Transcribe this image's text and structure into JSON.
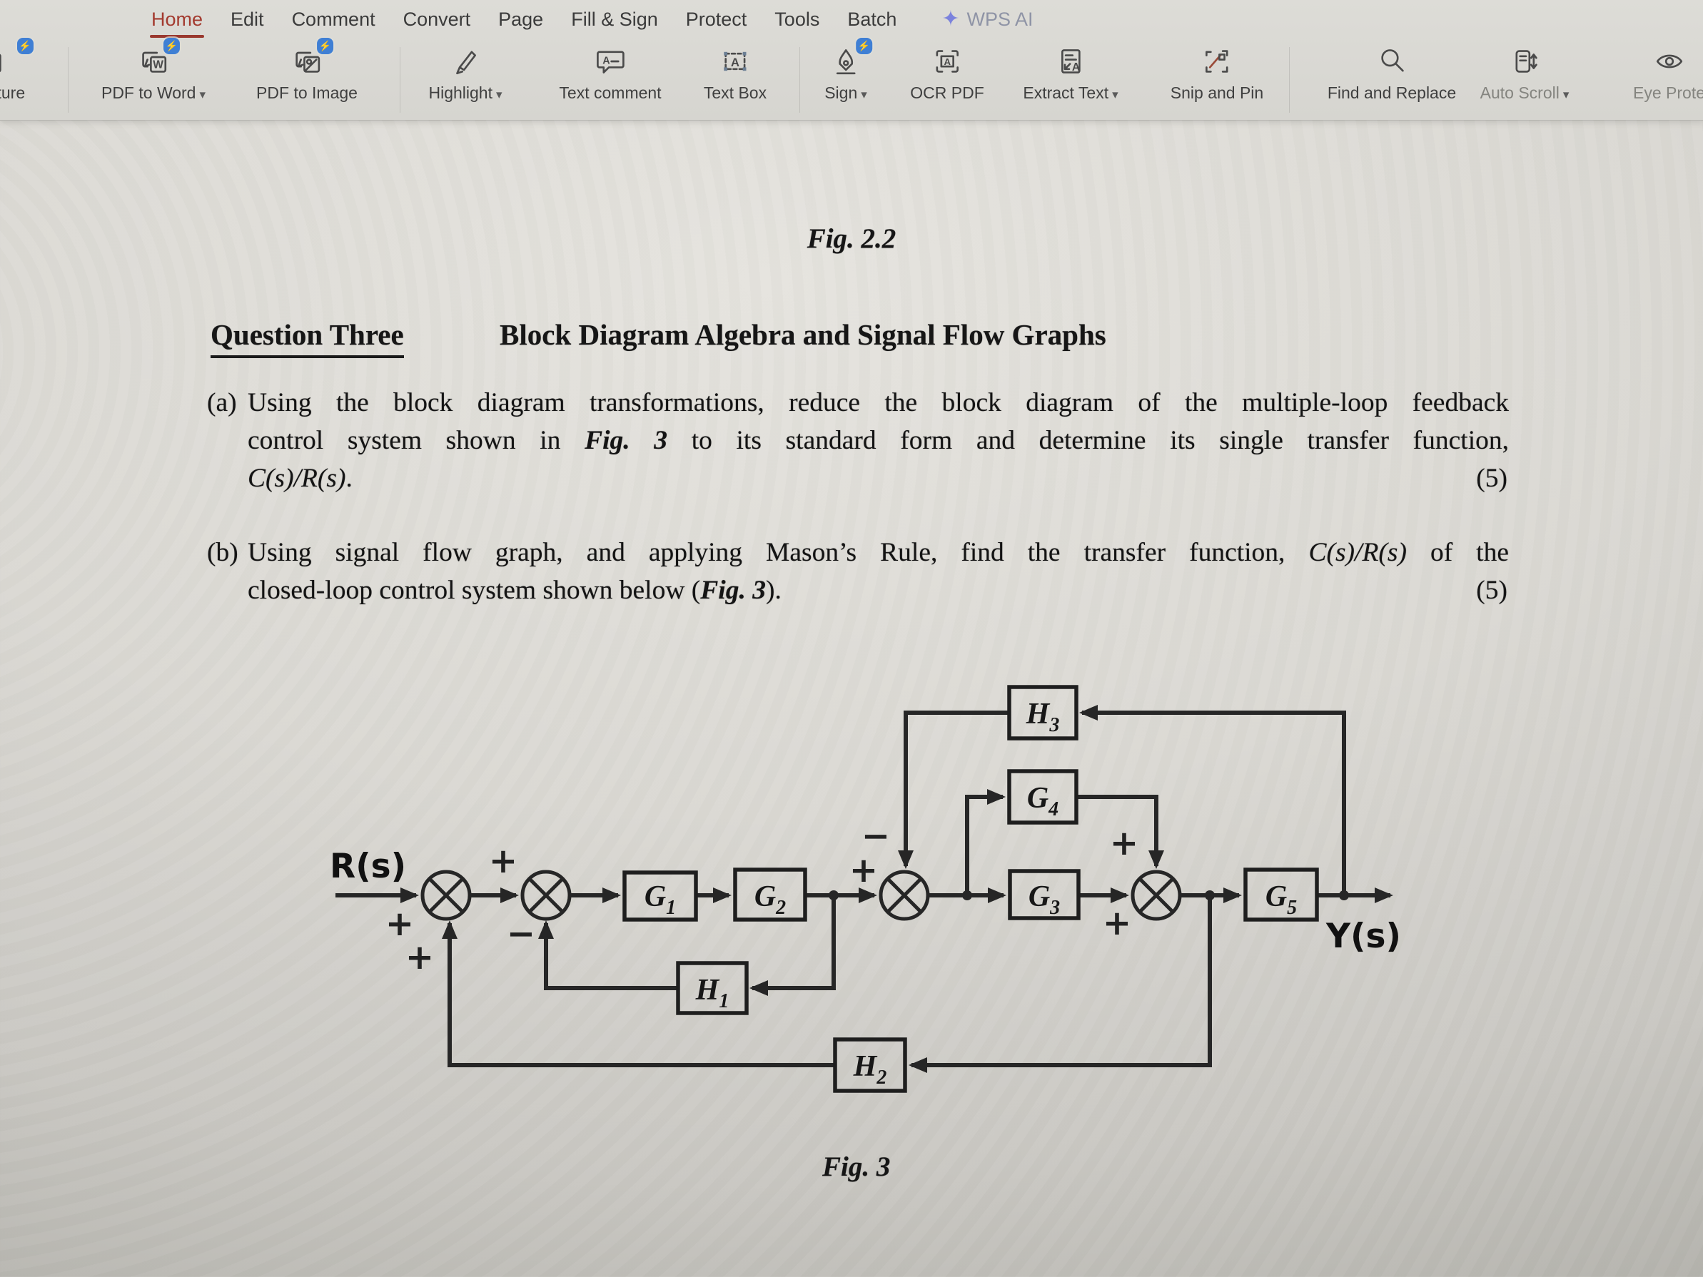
{
  "icons": {
    "chevron": "▾",
    "bolt": "⚡",
    "sparkle": "✦"
  },
  "menu": {
    "items": [
      {
        "label": "Home"
      },
      {
        "label": "Edit"
      },
      {
        "label": "Comment"
      },
      {
        "label": "Convert"
      },
      {
        "label": "Page"
      },
      {
        "label": "Fill & Sign"
      },
      {
        "label": "Protect"
      },
      {
        "label": "Tools"
      },
      {
        "label": "Batch"
      }
    ],
    "ai_label": "WPS AI"
  },
  "toolbar": {
    "items": [
      {
        "label": "cture"
      },
      {
        "label": "PDF to Word"
      },
      {
        "label": "PDF to Image"
      },
      {
        "label": "Highlight"
      },
      {
        "label": "Text comment"
      },
      {
        "label": "Text Box"
      },
      {
        "label": "Sign"
      },
      {
        "label": "OCR PDF"
      },
      {
        "label": "Extract Text"
      },
      {
        "label": "Snip and Pin"
      },
      {
        "label": "Find and Replace"
      },
      {
        "label": "Auto Scroll"
      },
      {
        "label": "Eye Prote"
      }
    ]
  },
  "document": {
    "fig22": "Fig. 2.2",
    "heading": {
      "label": "Question Three",
      "title": "Block Diagram Algebra and Signal Flow Graphs"
    },
    "para_a": {
      "marker": "(a)",
      "l1": "Using the block diagram transformations, reduce the block diagram of the multiple-loop feedback",
      "l2a": "control system shown in ",
      "l2fig": "Fig. 3",
      "l2b": " to its standard form and determine its single transfer function,",
      "l3math": "C(s)/R(s)",
      "l3end": ".",
      "points": "(5)"
    },
    "para_b": {
      "marker": "(b)",
      "l1a": "Using signal flow graph, and applying Mason’s Rule, find the transfer function, ",
      "l1math": "C(s)/R(s)",
      "l1b": " of the",
      "l2a": "closed-loop control system shown below (",
      "l2fig": "Fig. 3",
      "l2b": ").",
      "points": "(5)"
    },
    "fig3_caption": "Fig. 3"
  },
  "diagram": {
    "input_label": "R(s)",
    "output_label": "Y(s)",
    "blocks": {
      "g1": {
        "main": "G",
        "sub": "1"
      },
      "g2": {
        "main": "G",
        "sub": "2"
      },
      "g3": {
        "main": "G",
        "sub": "3"
      },
      "g4": {
        "main": "G",
        "sub": "4"
      },
      "g5": {
        "main": "G",
        "sub": "5"
      },
      "h1": {
        "main": "H",
        "sub": "1"
      },
      "h2": {
        "main": "H",
        "sub": "2"
      },
      "h3": {
        "main": "H",
        "sub": "3"
      }
    },
    "signs": {
      "sum1_input": "+",
      "sum1_feedback": "+",
      "sum2_input": "+",
      "sum2_feedback": "−",
      "sum3_input": "+",
      "sum3_feedback": "−",
      "sum4_input": "+",
      "sum4_top": "+"
    }
  }
}
